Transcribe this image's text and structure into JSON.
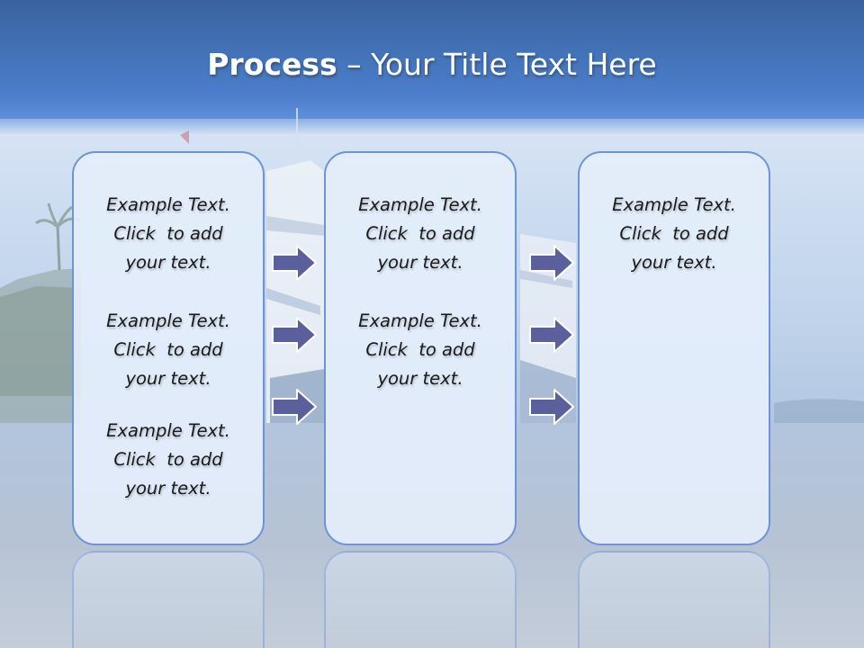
{
  "title": {
    "bold": "Process",
    "rest": "  – Your Title Text Here"
  },
  "columns": [
    {
      "items": [
        "Example Text.\nClick  to add\nyour text.",
        "Example Text.\nClick  to add\nyour text.",
        "Example Text.\nClick  to add\nyour text."
      ]
    },
    {
      "items": [
        "Example Text.\nClick  to add\nyour text.",
        "Example Text.\nClick  to add\nyour text."
      ]
    },
    {
      "items": [
        "Example Text.\nClick  to add\nyour text."
      ]
    }
  ],
  "colors": {
    "box_border": "#6e93d6",
    "box_fill": "#e4eefb",
    "arrow_fill": "#5b5f9c",
    "arrow_stroke": "#ffffff",
    "title_band": "#4b7ecb"
  }
}
